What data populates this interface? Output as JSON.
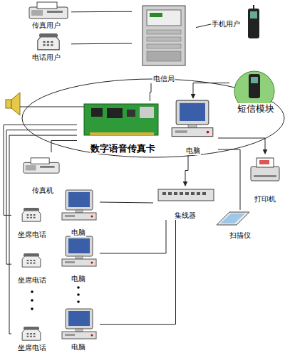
{
  "diagram": {
    "nodes": [
      {
        "text": [
          "传真用户"
        ]
      },
      {
        "text": [
          "电话用户"
        ]
      },
      {
        "text": [
          "电信局"
        ]
      },
      {
        "text": [
          "手机用户"
        ]
      },
      {
        "text": [
          "短信模块"
        ]
      },
      {
        "text": [
          "数字语音传真卡"
        ]
      },
      {
        "text": [
          "电脑"
        ]
      },
      {
        "text": [
          "传真机"
        ]
      },
      {
        "text": [
          "电脑"
        ]
      },
      {
        "text": [
          "集线器"
        ]
      },
      {
        "text": [
          "打印机"
        ]
      },
      {
        "text": [
          "扫描仪"
        ]
      },
      {
        "text": [
          "坐席电话"
        ]
      },
      {
        "text": [
          "电脑"
        ]
      },
      {
        "text": [
          "坐席电话"
        ]
      },
      {
        "text": [
          "坐席电话"
        ]
      },
      {
        "text": [
          "电脑"
        ]
      }
    ],
    "edges": [
      {
        "from": 0,
        "to": 2,
        "arrow": "none"
      },
      {
        "from": 1,
        "to": 2,
        "arrow": "none"
      },
      {
        "from": 2,
        "to": 3,
        "arrow": "none"
      },
      {
        "from": 2,
        "to": 5,
        "arrow": "none"
      },
      {
        "from": 4,
        "to": 6,
        "arrow": "to"
      },
      {
        "from": 7,
        "to": 5,
        "arrow": "none"
      },
      {
        "from": 12,
        "to": 5,
        "arrow": "none"
      },
      {
        "from": 14,
        "to": 5,
        "arrow": "none"
      },
      {
        "from": 15,
        "to": 5,
        "arrow": "none"
      },
      {
        "from": 6,
        "to": 9,
        "arrow": "to"
      },
      {
        "from": 6,
        "to": 10,
        "arrow": "to"
      },
      {
        "from": 6,
        "to": 11,
        "arrow": "none"
      },
      {
        "from": 9,
        "to": 8,
        "arrow": "none"
      },
      {
        "from": 9,
        "to": 13,
        "arrow": "none"
      },
      {
        "from": 9,
        "to": 16,
        "arrow": "none"
      }
    ]
  }
}
